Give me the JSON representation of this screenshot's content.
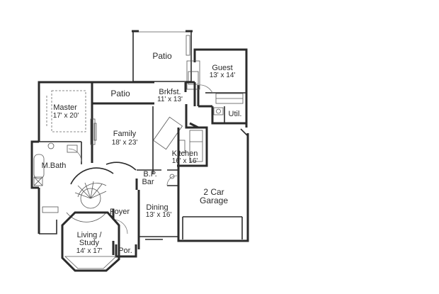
{
  "rooms": {
    "patio_top": {
      "name": "Patio"
    },
    "guest": {
      "name": "Guest",
      "size": "13' x 14'"
    },
    "patio_mid": {
      "name": "Patio"
    },
    "brkfst": {
      "name": "Brkfst.",
      "size": "11' x 13'"
    },
    "master": {
      "name": "Master",
      "size": "17' x 20'"
    },
    "util": {
      "name": "Util."
    },
    "family": {
      "name": "Family",
      "size": "18' x 23'"
    },
    "kitchen": {
      "name": "Kitchen",
      "size": "16' x 16'"
    },
    "mbath": {
      "name": "M.Bath"
    },
    "bp_bar": {
      "name_line1": "B.P.",
      "name_line2": "Bar"
    },
    "garage": {
      "name_line1": "2 Car",
      "name_line2": "Garage"
    },
    "foyer": {
      "name": "Foyer"
    },
    "dining": {
      "name": "Dining",
      "size": "13' x 16'"
    },
    "living": {
      "name_line1": "Living /",
      "name_line2": "Study",
      "size": "14' x 17'"
    },
    "porch": {
      "name": "Por."
    }
  }
}
